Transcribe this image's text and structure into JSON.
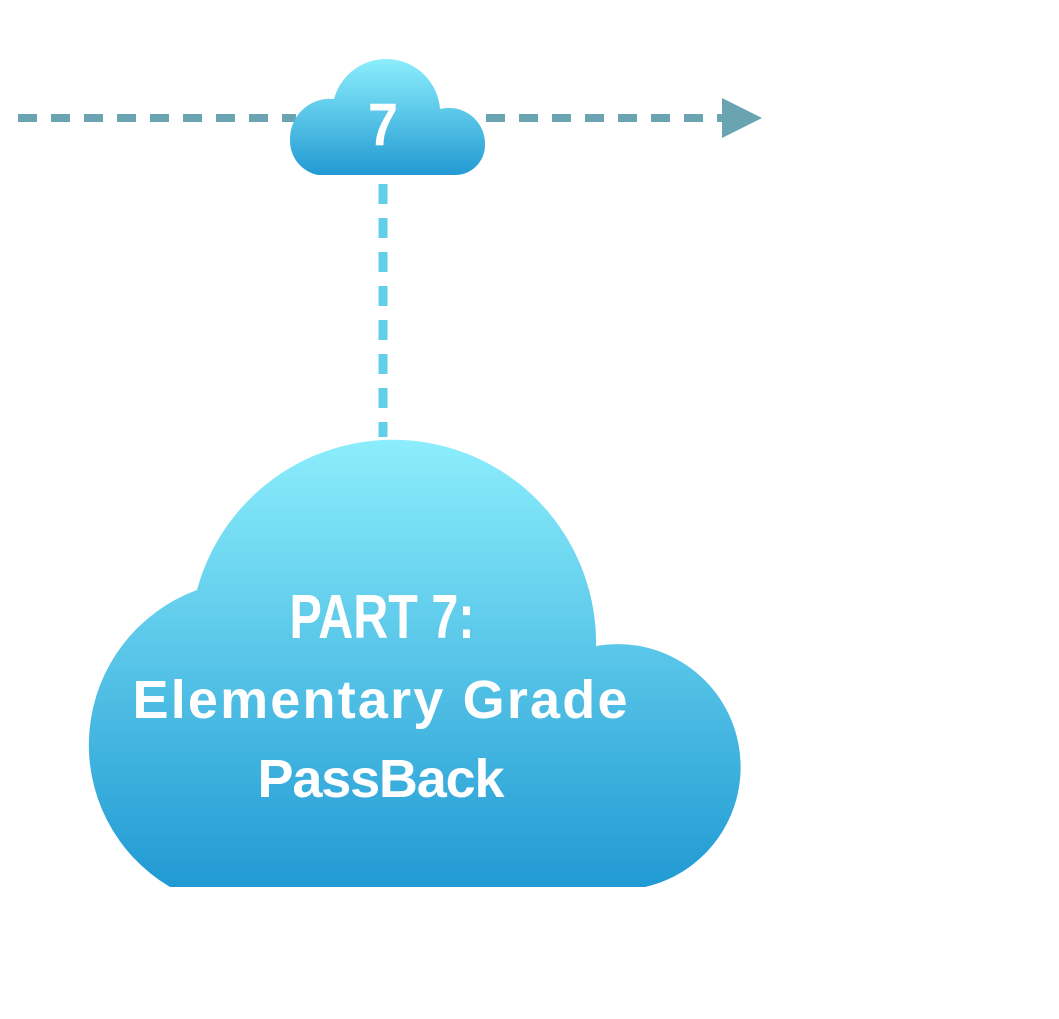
{
  "step_marker": {
    "number": "7"
  },
  "main_cloud": {
    "line1": "PART 7:",
    "line2": "Elementary Grade",
    "line3": "PassBack"
  },
  "colors": {
    "horizontal_connector": "#6aa3b2",
    "vertical_connector": "#62cfe9",
    "cloud_top": "#8ceefc",
    "cloud_bottom": "#239ad3",
    "text": "#ffffff"
  }
}
